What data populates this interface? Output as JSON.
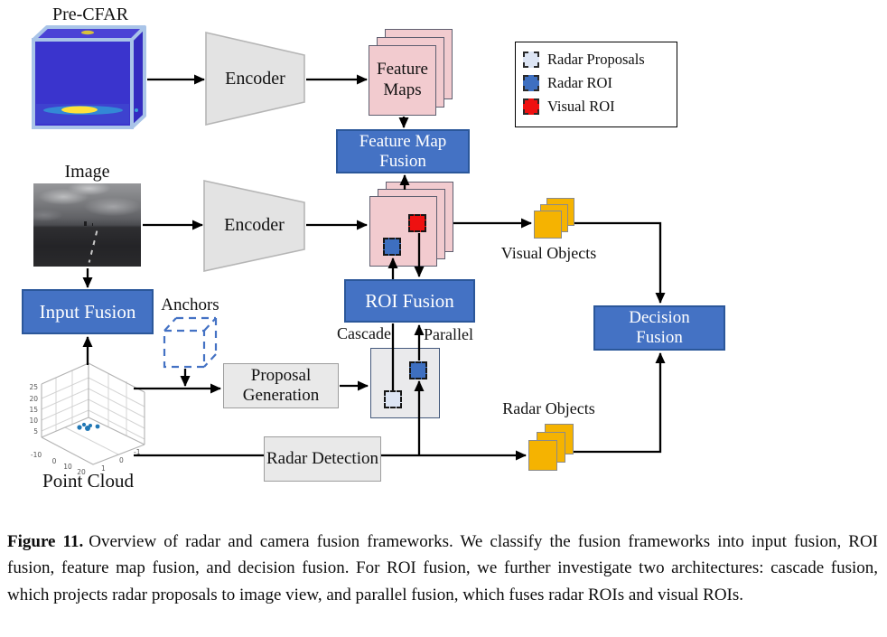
{
  "figure": {
    "labels": {
      "pre_cfar": "Pre-CFAR",
      "image": "Image",
      "point_cloud": "Point Cloud",
      "anchors": "Anchors",
      "visual_objects": "Visual Objects",
      "radar_objects": "Radar Objects",
      "cascade": "Cascade",
      "parallel": "Parallel"
    },
    "boxes": {
      "encoder_radar": "Encoder",
      "encoder_image": "Encoder",
      "feature_maps": "Feature Maps",
      "feature_map_fusion": "Feature Map Fusion",
      "input_fusion": "Input Fusion",
      "roi_fusion": "ROI Fusion",
      "proposal_generation": "Proposal Generation",
      "radar_detection": "Radar Detection",
      "decision_fusion": "Decision Fusion"
    },
    "legend": [
      {
        "label": "Radar Proposals",
        "color": "#dde5f4"
      },
      {
        "label": "Radar ROI",
        "color": "#3e6fc0"
      },
      {
        "label": "Visual ROI",
        "color": "#ee1111"
      }
    ],
    "colors": {
      "fusion_box": "#4472c4",
      "feature_map": "#f2cbcf",
      "object_card": "#f5b301",
      "radar_roi": "#3e6fc0",
      "visual_roi": "#ee1111",
      "radar_proposal": "#dde5f4"
    },
    "plot_ticks": {
      "z": [
        "25",
        "20",
        "15",
        "10",
        "5"
      ],
      "x": [
        "-10",
        "0",
        "10",
        "20"
      ],
      "y": [
        "-1",
        "0",
        "1"
      ]
    }
  },
  "caption": {
    "tag": "Figure 11.",
    "text": "Overview of radar and camera fusion frameworks. We classify the fusion frameworks into input fusion, ROI fusion, feature map fusion, and decision fusion. For ROI fusion, we further investigate two architectures: cascade fusion, which projects radar proposals to image view, and parallel fusion, which fuses radar ROIs and visual ROIs."
  }
}
